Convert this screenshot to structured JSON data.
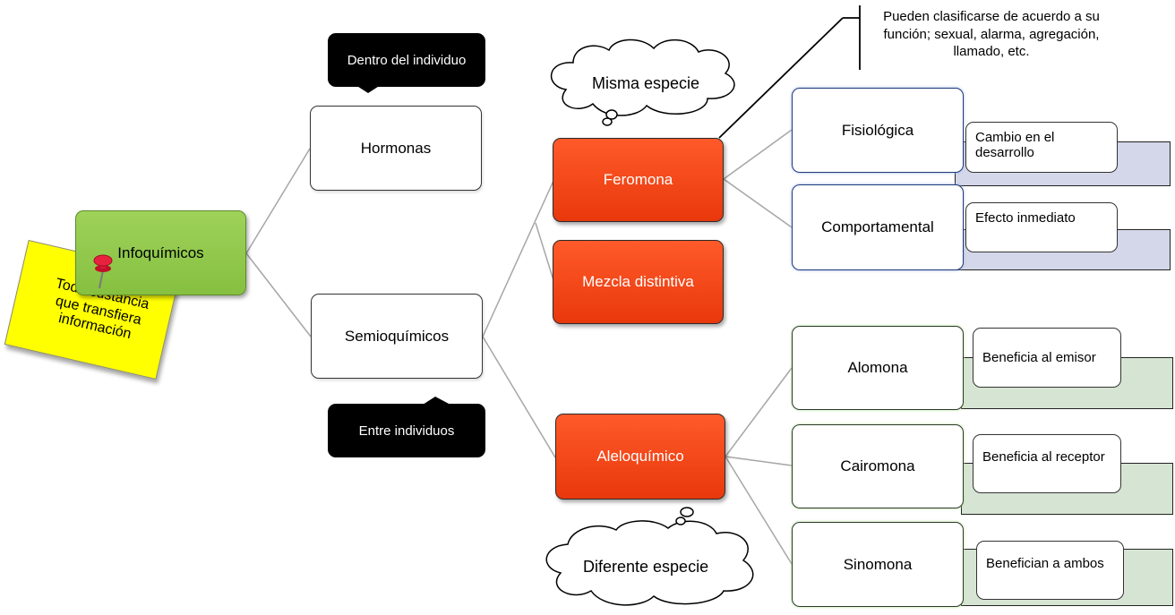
{
  "root": {
    "label": "Infoquímicos"
  },
  "note": {
    "text": "Toda sustancia que transfiera información"
  },
  "level1": {
    "hormonas": "Hormonas",
    "semioquimicos": "Semioquímicos"
  },
  "callouts": {
    "dentro": "Dentro del individuo",
    "entre": "Entre individuos"
  },
  "level2": {
    "feromona": "Feromona",
    "mezcla": "Mezcla distintiva",
    "aleloquimico": "Aleloquímico"
  },
  "clouds": {
    "misma": "Misma especie",
    "diferente": "Diferente especie"
  },
  "bracket_note": "Pueden clasificarse de acuerdo a su función; sexual, alarma, agregación, llamado, etc.",
  "feromona_types": [
    {
      "label": "Fisiológica",
      "desc": "Cambio en el desarrollo"
    },
    {
      "label": "Comportamental",
      "desc": "Efecto inmediato"
    }
  ],
  "aleloquimico_types": [
    {
      "label": "Alomona",
      "desc": "Beneficia al emisor"
    },
    {
      "label": "Cairomona",
      "desc": "Beneficia al receptor"
    },
    {
      "label": "Sinomona",
      "desc": "Benefician a ambos"
    }
  ],
  "colors": {
    "root": "#8dc64a",
    "red_node": "#f24d1e",
    "note": "#ffff00",
    "blue_back": "#d4d7e9",
    "green_back": "#d6e5d3",
    "connector": "#a6a6a6"
  }
}
